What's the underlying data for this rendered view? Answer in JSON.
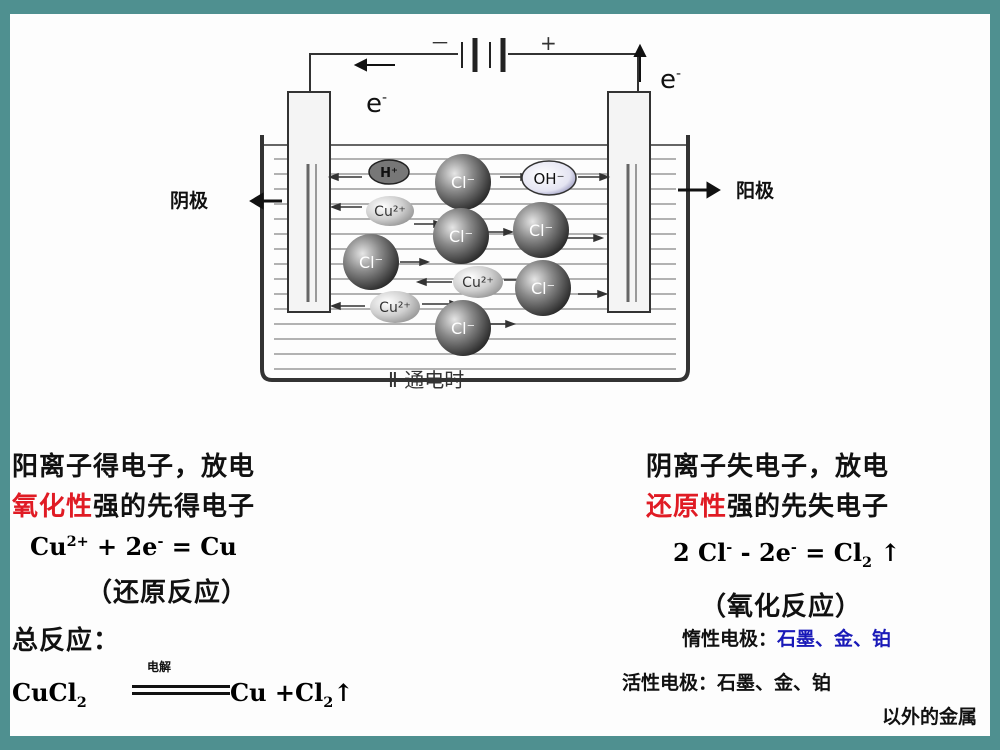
{
  "diagram": {
    "battery_minus": "－",
    "battery_plus": "+",
    "electron_left": "e",
    "electron_right": "e",
    "electron_sup": "-",
    "cathode_label": "阴极",
    "anode_label": "阳极",
    "caption": "Ⅱ  通电时",
    "ions": {
      "h": "H⁺",
      "cl": "Cl⁻",
      "oh": "OH⁻",
      "cu": "Cu²⁺"
    }
  },
  "left_column": {
    "line1": "阳离子得电子，放电",
    "line2_red": "氧化性",
    "line2_rest": "强的先得电子",
    "eq_cu": "Cu",
    "eq_cu_sup": "2+",
    "eq_plus": " +  2e",
    "eq_e_sup": "-",
    "eq_result": " = Cu",
    "reaction_type": "（还原反应）",
    "total_label": "总反应："
  },
  "right_column": {
    "line1": "阴离子失电子，放电",
    "line2_red": "还原性",
    "line2_rest": "强的先失电子",
    "eq_a": "2 Cl",
    "eq_a_sup": "-",
    "eq_b": "  - 2e",
    "eq_b_sup": "-",
    "eq_c": " = Cl",
    "eq_c_sub": "2",
    "eq_arrow": " ↑",
    "reaction_type": "（氧化反应）",
    "inert_label": "惰性电极：",
    "inert_value": "石墨、金、铂",
    "active_label": "活性电极：石墨、金、铂",
    "active_cont": "以外的金属"
  },
  "total": {
    "reactant": "CuCl",
    "reactant_sub": "2",
    "condition": "电解",
    "product_cu": "Cu +Cl",
    "product_sub": "2",
    "arrow": "↑"
  }
}
